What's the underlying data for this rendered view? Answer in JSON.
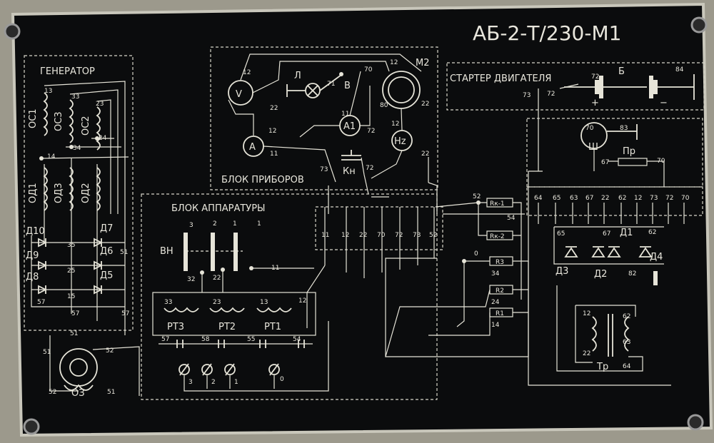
{
  "plate": {
    "model": "АБ-2-Т/230-М1",
    "background": "#0b0c0d",
    "frame": "#c9c7bb"
  },
  "blocks": {
    "generator": "ГЕНЕРАТОР",
    "instruments": "БЛОК ПРИБОРОВ",
    "apparatus": "БЛОК АППАРАТУРЫ",
    "starter": "СТАРТЕР ДВИГАТЕЛЯ"
  },
  "components": {
    "voltmeter": "V",
    "ammeter": "A",
    "ammeter2": "A1",
    "frequency": "Hz",
    "lamp": "Л",
    "switch_b": "В",
    "motor": "М2",
    "button": "Кн",
    "breaker": "ВН",
    "rt3": "РТ3",
    "rt2": "РТ2",
    "rt1": "РТ1",
    "plug": "Ш",
    "fuse": "Пр",
    "battery": "Б",
    "transformer": "Тр",
    "exciter": "ОЗ",
    "rk1": "Rк-1",
    "rk2": "Rк-2",
    "r3": "R3",
    "r2": "R2",
    "r1": "R1",
    "d1": "Д1",
    "d2": "Д2",
    "d3": "Д3",
    "d4": "Д4",
    "d5": "Д5",
    "d6": "Д6",
    "d7": "Д7",
    "d8": "Д8",
    "d9": "Д9",
    "d10": "Д10",
    "oc1": "ОС1",
    "oc3": "ОС3",
    "oc2": "ОС2",
    "od1": "ОД1",
    "od3": "ОД3",
    "od2": "ОД2",
    "plus": "+",
    "minus": "−"
  },
  "terminals": {
    "inst_strip": [
      "11",
      "12",
      "22",
      "70",
      "72",
      "73",
      "52"
    ],
    "right_strip": [
      "64",
      "65",
      "63",
      "67",
      "22",
      "62",
      "12",
      "73",
      "72",
      "70"
    ],
    "posts": [
      "3",
      "2",
      "1",
      "0"
    ],
    "n12": "12",
    "n11": "11",
    "n22": "22",
    "n70": "70",
    "n71": "71",
    "n72": "72",
    "n73": "73",
    "n80": "80",
    "n83": "83",
    "n84": "84",
    "n67": "67",
    "n65": "65",
    "n62": "62",
    "n82": "82",
    "n63": "63",
    "n64": "64",
    "n13": "13",
    "n33": "33",
    "n23": "23",
    "n34": "34",
    "n24": "24",
    "n14": "14",
    "n35": "35",
    "n25": "25",
    "n15": "15",
    "n57": "57",
    "n51": "51",
    "n52": "52",
    "n58": "58",
    "n55": "55",
    "n54": "54",
    "n0": "0",
    "n1": "1",
    "n2": "2",
    "n3": "3",
    "n32": "32"
  }
}
